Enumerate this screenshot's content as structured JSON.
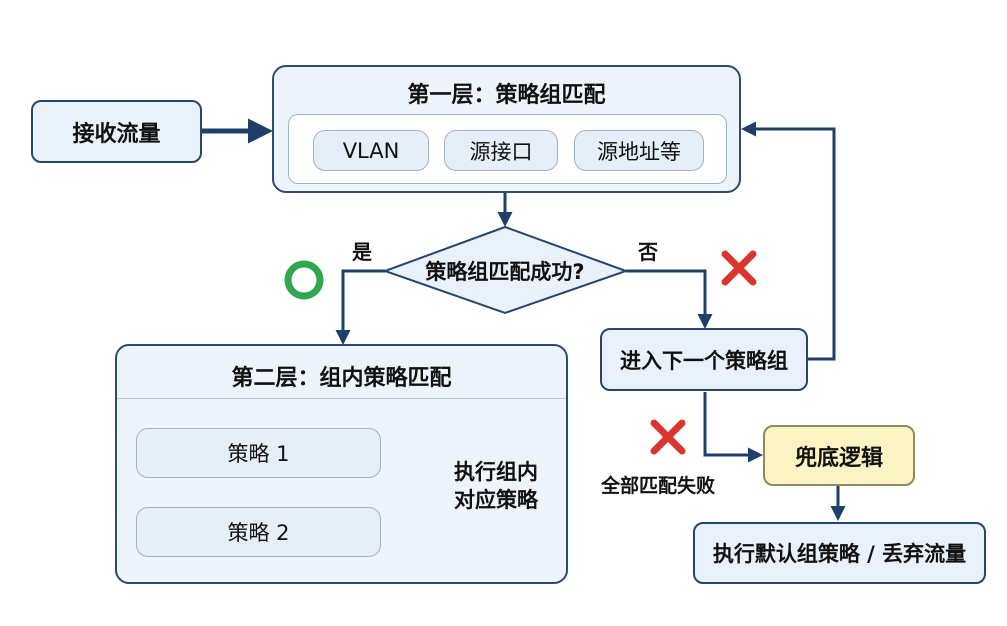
{
  "nodes": {
    "receive": "接收流量",
    "layer1_title": "第一层：策略组匹配",
    "layer1_items": [
      "VLAN",
      "源接口",
      "源地址等"
    ],
    "decision": "策略组匹配成功?",
    "layer2_title": "第二层：组内策略匹配",
    "policy1": "策略 1",
    "policy2": "策略 2",
    "execute_group": "执行组内\n对应策略",
    "next_group": "进入下一个策略组",
    "fallback": "兜底逻辑",
    "default_action": "执行默认组策略 / 丢弃流量"
  },
  "edge_labels": {
    "yes": "是",
    "no": "否",
    "all_failed": "全部匹配失败"
  },
  "icons": {
    "success": "circle-icon",
    "fail": "cross-icon"
  },
  "colors": {
    "border": "#27466e",
    "arrow": "#1f3e6a",
    "box_fill": "#e9f2fa",
    "fallback_fill": "#fbf3c4",
    "success": "#2fa84f",
    "fail": "#d9362f"
  }
}
